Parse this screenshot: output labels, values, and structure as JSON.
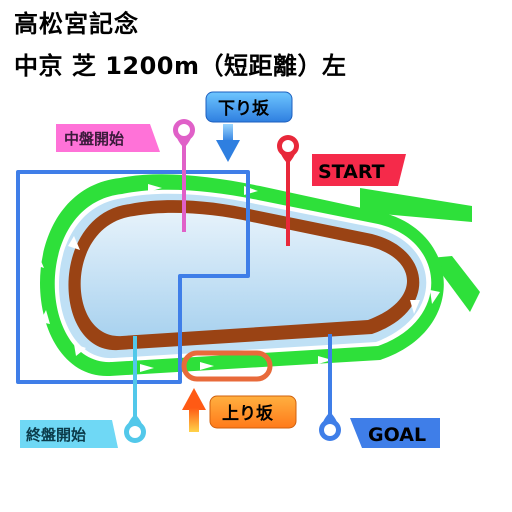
{
  "header": {
    "race_name": "高松宮記念",
    "course_info": "中京 芝 1200m（短距離）左"
  },
  "markers": {
    "start": "START",
    "goal": "GOAL",
    "middle_phase_start": "中盤開始",
    "final_phase_start": "終盤開始",
    "downhill": "下り坂",
    "uphill": "上り坂"
  },
  "colors": {
    "turf": "#2ee03a",
    "dirt": "#9a4314",
    "infield": "#bfe0f5",
    "phase_box": "#3f7ee8",
    "start": "#e8283a",
    "middle": "#e060c8",
    "final": "#52c8ea",
    "goal": "#3f7ee8",
    "uphill_box": "#e86a3a"
  }
}
